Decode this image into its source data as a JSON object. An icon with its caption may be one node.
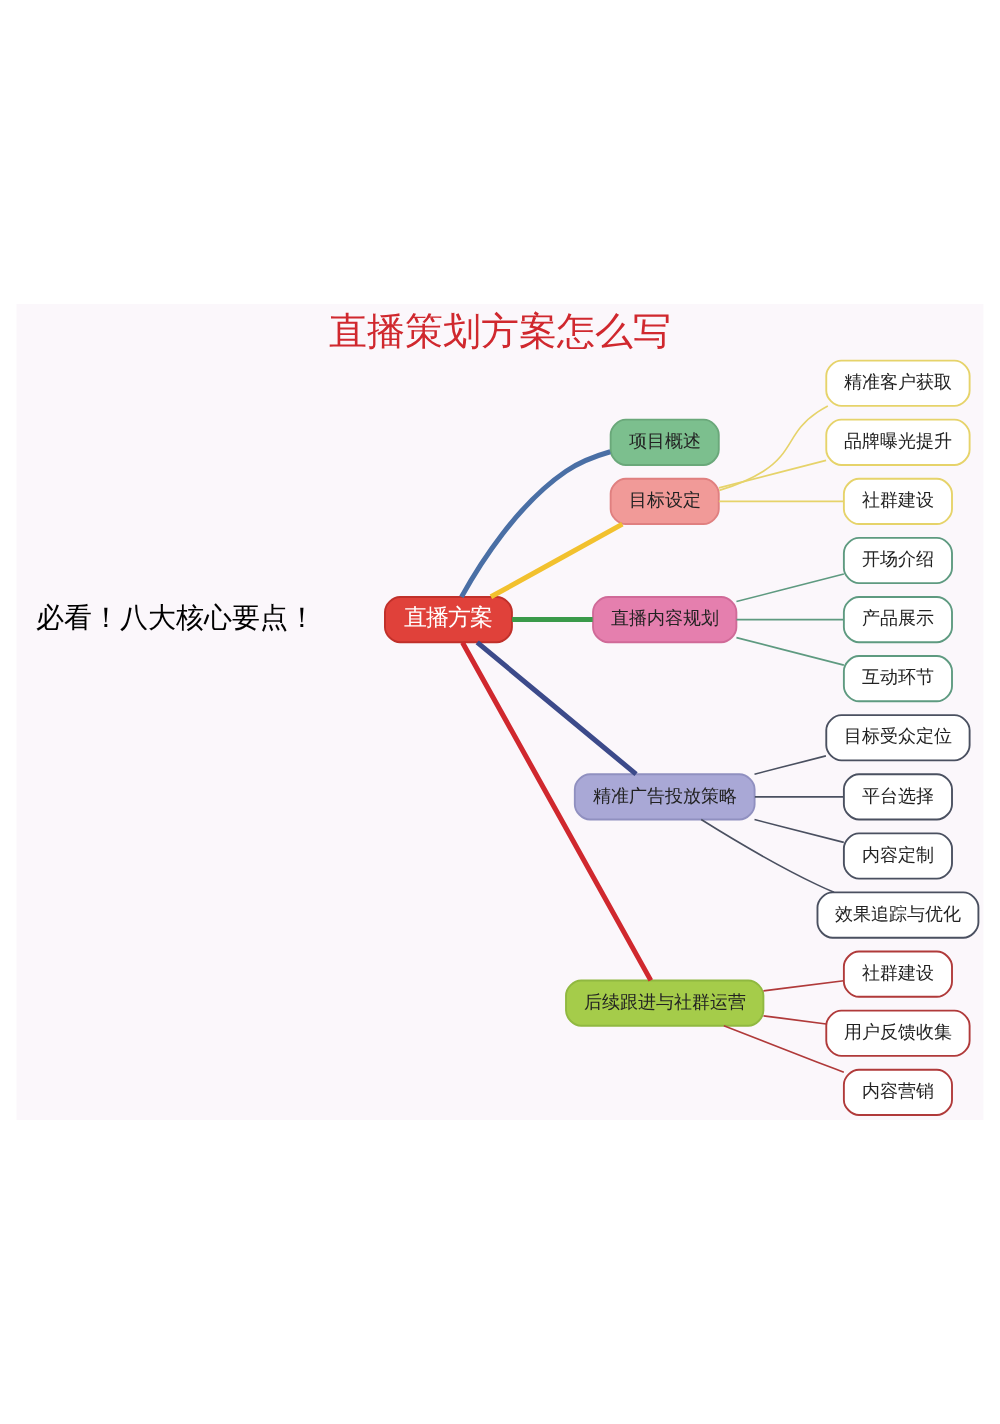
{
  "diagram": {
    "title": "直播策划方案怎么写",
    "nodes": [
      {
        "text": [
          "直播方案"
        ]
      },
      {
        "text": [
          "项目概述"
        ]
      },
      {
        "text": [
          "目标设定"
        ]
      },
      {
        "text": [
          "精准客户获取"
        ]
      },
      {
        "text": [
          "品牌曝光提升"
        ]
      },
      {
        "text": [
          "社群建设"
        ]
      },
      {
        "text": [
          "直播内容规划"
        ]
      },
      {
        "text": [
          "开场介绍"
        ]
      },
      {
        "text": [
          "产品展示"
        ]
      },
      {
        "text": [
          "互动环节"
        ]
      },
      {
        "text": [
          "精准广告投放策略"
        ]
      },
      {
        "text": [
          "目标受众定位"
        ]
      },
      {
        "text": [
          "平台选择"
        ]
      },
      {
        "text": [
          "内容定制"
        ]
      },
      {
        "text": [
          "效果追踪与优化"
        ]
      },
      {
        "text": [
          "后续跟进与社群运营"
        ]
      },
      {
        "text": [
          "社群建设"
        ]
      },
      {
        "text": [
          "用户反馈收集"
        ]
      },
      {
        "text": [
          "内容营销"
        ]
      }
    ],
    "edges": [
      {
        "from": 0,
        "to": 1,
        "arrow": "none",
        "style": "thick",
        "color": "#4a6fa5"
      },
      {
        "from": 0,
        "to": 2,
        "arrow": "none",
        "style": "thick",
        "color": "#f2c12e"
      },
      {
        "from": 2,
        "to": 3,
        "arrow": "none",
        "color": "#e6d36a"
      },
      {
        "from": 2,
        "to": 4,
        "arrow": "none",
        "color": "#e6d36a"
      },
      {
        "from": 2,
        "to": 5,
        "arrow": "none",
        "color": "#e6d36a"
      },
      {
        "from": 0,
        "to": 6,
        "arrow": "none",
        "style": "thick",
        "color": "#3a9a4a"
      },
      {
        "from": 6,
        "to": 7,
        "arrow": "none",
        "color": "#5e9a80"
      },
      {
        "from": 6,
        "to": 8,
        "arrow": "none",
        "color": "#5e9a80"
      },
      {
        "from": 6,
        "to": 9,
        "arrow": "none",
        "color": "#5e9a80"
      },
      {
        "from": 0,
        "to": 10,
        "arrow": "none",
        "style": "thick",
        "color": "#3c4a8a"
      },
      {
        "from": 10,
        "to": 11,
        "arrow": "none",
        "color": "#4a5060"
      },
      {
        "from": 10,
        "to": 12,
        "arrow": "none",
        "color": "#4a5060"
      },
      {
        "from": 10,
        "to": 13,
        "arrow": "none",
        "color": "#4a5060"
      },
      {
        "from": 10,
        "to": 14,
        "arrow": "none",
        "color": "#4a5060"
      },
      {
        "from": 0,
        "to": 15,
        "arrow": "none",
        "style": "thick",
        "color": "#d0282e"
      },
      {
        "from": 15,
        "to": 16,
        "arrow": "none",
        "color": "#b03a3a"
      },
      {
        "from": 15,
        "to": 17,
        "arrow": "none",
        "color": "#b03a3a"
      },
      {
        "from": 15,
        "to": 18,
        "arrow": "none",
        "color": "#b03a3a"
      }
    ],
    "labels": [
      "必看！八大核心要点！"
    ]
  }
}
